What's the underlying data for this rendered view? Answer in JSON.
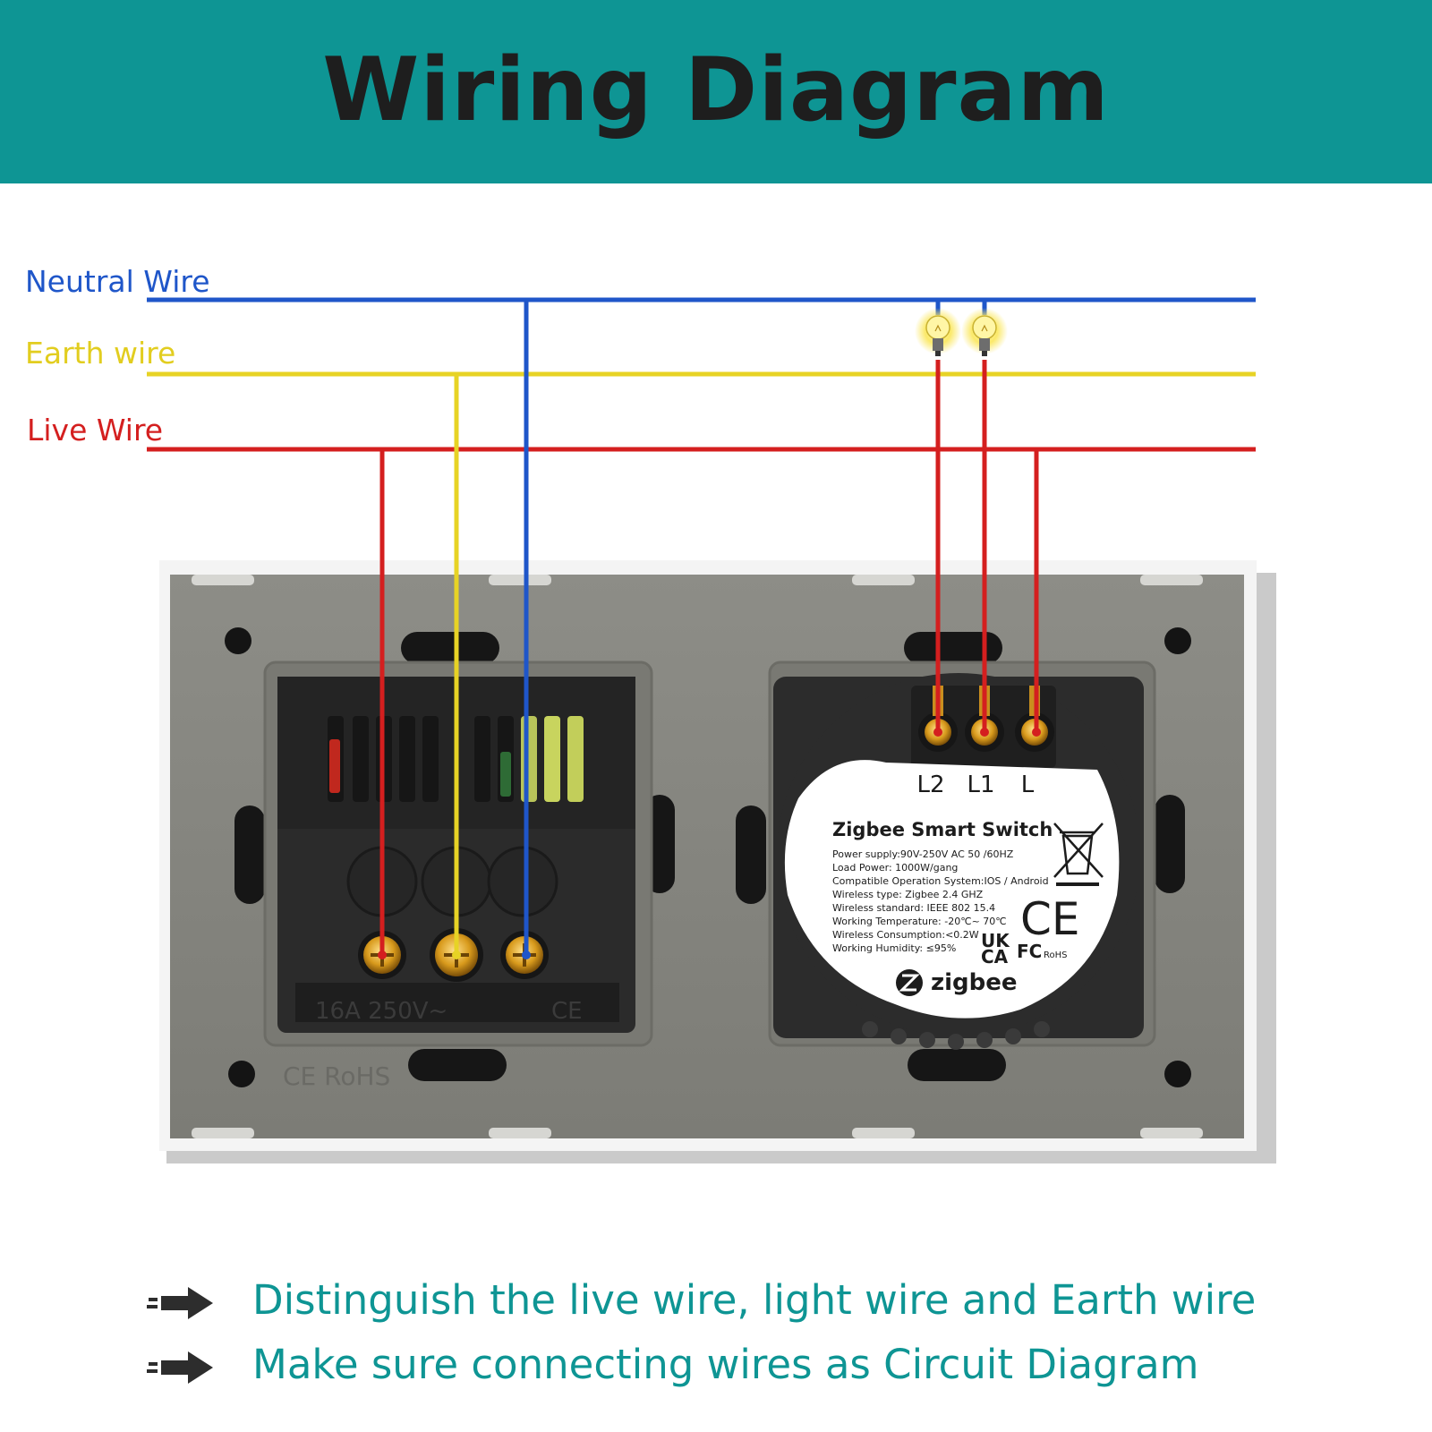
{
  "title": "Wiring Diagram",
  "colors": {
    "banner": "#0e9594",
    "neutral": "#1f56c9",
    "earth": "#e7d325",
    "live": "#d41f1f",
    "note_text": "#0e9594",
    "plate": "#868680",
    "module": "#2b2b2b"
  },
  "wires": {
    "neutral_label": "Neutral Wire",
    "earth_label": "Earth wire",
    "live_label": "Live Wire"
  },
  "socket": {
    "rating_label": "16A 250V~",
    "ce_mark": "CE",
    "plate_marking": "CE RoHS"
  },
  "switch": {
    "terminals": [
      "L2",
      "L1",
      "L"
    ],
    "label_title": "Zigbee Smart Switch",
    "specs": [
      "Power supply:90V-250V AC  50 /60HZ",
      "Load Power: 1000W/gang",
      "Compatible Operation System:IOS / Android",
      "Wireless type: Zigbee 2.4 GHZ",
      "Wireless standard: IEEE 802 15.4",
      "Working Temperature: -20℃~ 70℃",
      "Wireless Consumption:<0.2W",
      "Working Humidity: ≤95%"
    ],
    "ce_mark": "CE",
    "ukca_top": "UK",
    "ukca_bottom": "CA",
    "fcc_mark": "FC",
    "rohs_mark": "RoHS",
    "brand": "zigbee"
  },
  "notes": [
    "Distinguish the live wire, light wire and Earth wire",
    "Make sure connecting wires as Circuit Diagram"
  ],
  "icons": {
    "note_arrow": "arrow-right-icon",
    "bulb": "light-bulb-icon",
    "screw": "screw-terminal-icon",
    "recycle": "weee-crossed-bin-icon"
  }
}
